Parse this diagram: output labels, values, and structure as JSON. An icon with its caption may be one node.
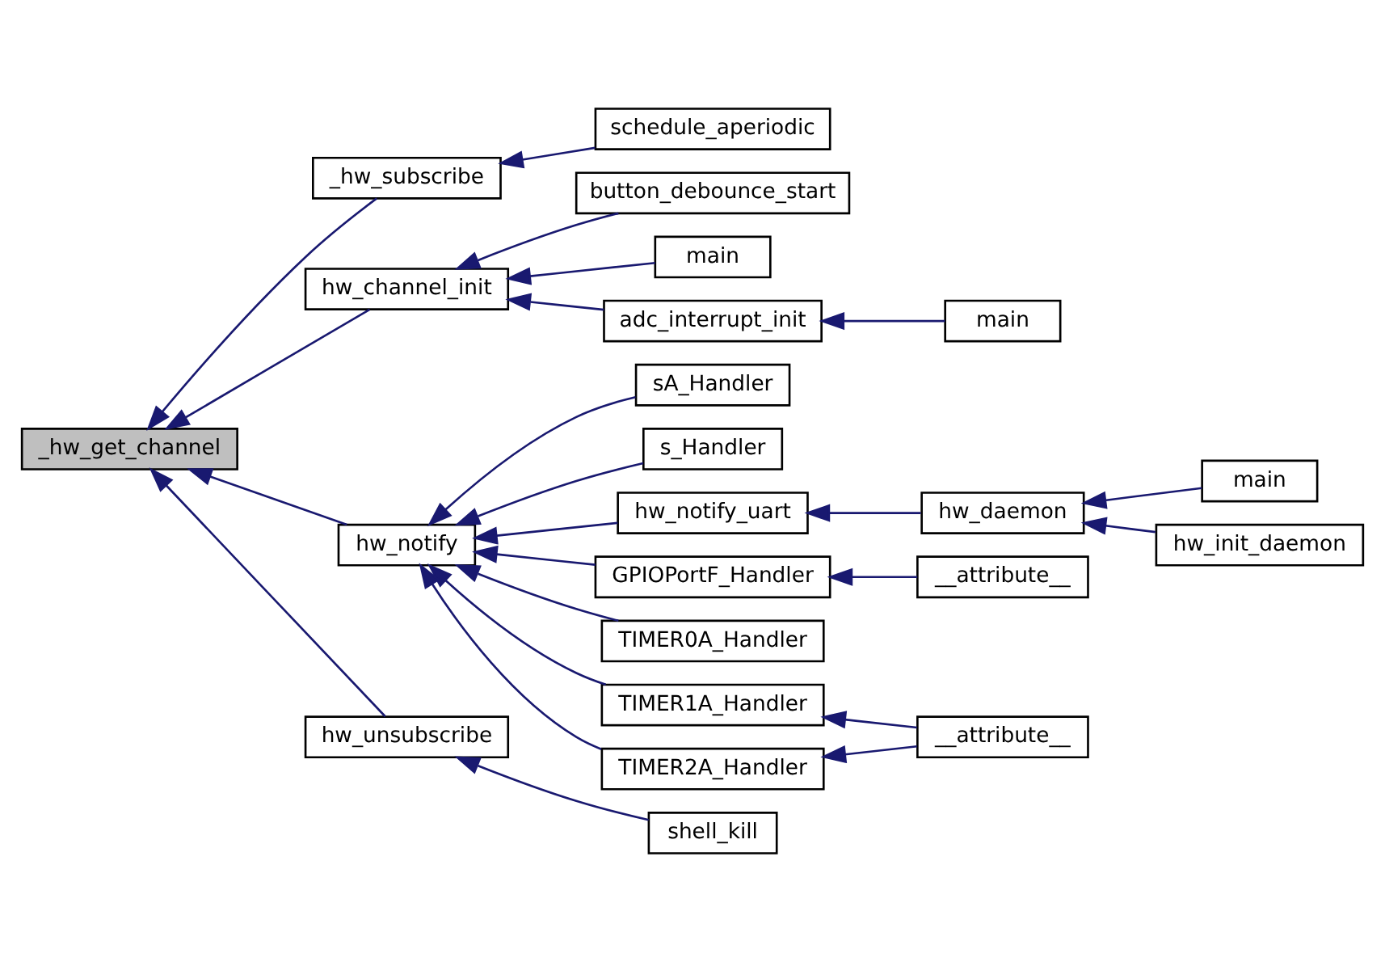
{
  "diagram": {
    "nodes": [
      {
        "text": [
          "_hw_get_channel"
        ]
      },
      {
        "text": [
          "_hw_subscribe"
        ]
      },
      {
        "text": [
          "schedule_aperiodic"
        ]
      },
      {
        "text": [
          "hw_channel_init"
        ]
      },
      {
        "text": [
          "button_debounce_start"
        ]
      },
      {
        "text": [
          "main"
        ]
      },
      {
        "text": [
          "adc_interrupt_init"
        ]
      },
      {
        "text": [
          "main"
        ]
      },
      {
        "text": [
          "hw_notify"
        ]
      },
      {
        "text": [
          "sA_Handler"
        ]
      },
      {
        "text": [
          "s_Handler"
        ]
      },
      {
        "text": [
          "hw_notify_uart"
        ]
      },
      {
        "text": [
          "hw_daemon"
        ]
      },
      {
        "text": [
          "main"
        ]
      },
      {
        "text": [
          "hw_init_daemon"
        ]
      },
      {
        "text": [
          "GPIOPortF_Handler"
        ]
      },
      {
        "text": [
          "__attribute__"
        ]
      },
      {
        "text": [
          "TIMER0A_Handler"
        ]
      },
      {
        "text": [
          "TIMER1A_Handler"
        ]
      },
      {
        "text": [
          "TIMER2A_Handler"
        ]
      },
      {
        "text": [
          "__attribute__"
        ]
      },
      {
        "text": [
          "hw_unsubscribe"
        ]
      },
      {
        "text": [
          "shell_kill"
        ]
      }
    ],
    "edges": [
      {
        "from": 1,
        "to": 0,
        "arrow": "to"
      },
      {
        "from": 3,
        "to": 0,
        "arrow": "to"
      },
      {
        "from": 8,
        "to": 0,
        "arrow": "to"
      },
      {
        "from": 21,
        "to": 0,
        "arrow": "to"
      },
      {
        "from": 2,
        "to": 1,
        "arrow": "to"
      },
      {
        "from": 4,
        "to": 3,
        "arrow": "to"
      },
      {
        "from": 5,
        "to": 3,
        "arrow": "to"
      },
      {
        "from": 6,
        "to": 3,
        "arrow": "to"
      },
      {
        "from": 7,
        "to": 6,
        "arrow": "to"
      },
      {
        "from": 9,
        "to": 8,
        "arrow": "to"
      },
      {
        "from": 10,
        "to": 8,
        "arrow": "to"
      },
      {
        "from": 11,
        "to": 8,
        "arrow": "to"
      },
      {
        "from": 15,
        "to": 8,
        "arrow": "to"
      },
      {
        "from": 17,
        "to": 8,
        "arrow": "to"
      },
      {
        "from": 18,
        "to": 8,
        "arrow": "to"
      },
      {
        "from": 19,
        "to": 8,
        "arrow": "to"
      },
      {
        "from": 12,
        "to": 11,
        "arrow": "to"
      },
      {
        "from": 13,
        "to": 12,
        "arrow": "to"
      },
      {
        "from": 14,
        "to": 12,
        "arrow": "to"
      },
      {
        "from": 16,
        "to": 15,
        "arrow": "to"
      },
      {
        "from": 20,
        "to": 18,
        "arrow": "to"
      },
      {
        "from": 20,
        "to": 19,
        "arrow": "to"
      },
      {
        "from": 22,
        "to": 21,
        "arrow": "to"
      }
    ]
  }
}
